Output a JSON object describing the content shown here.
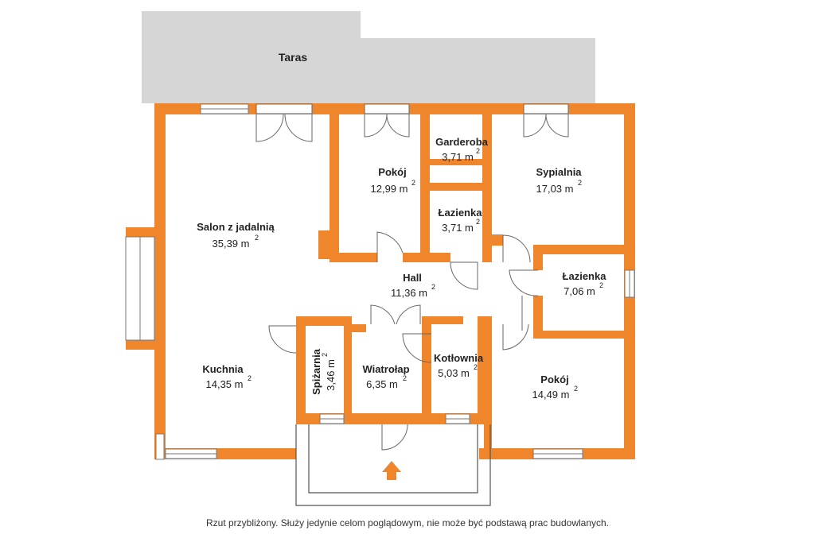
{
  "terrace": {
    "label": "Taras"
  },
  "rooms": {
    "salon": {
      "name": "Salon z jadalnią",
      "area": "35,39 m",
      "unit_sup": "2"
    },
    "pokoj1": {
      "name": "Pokój",
      "area": "12,99 m",
      "unit_sup": "2"
    },
    "garderoba": {
      "name": "Garderoba",
      "area": "3,71 m",
      "unit_sup": "2"
    },
    "sypialnia": {
      "name": "Sypialnia",
      "area": "17,03 m",
      "unit_sup": "2"
    },
    "lazienka1": {
      "name": "Łazienka",
      "area": "3,71 m",
      "unit_sup": "2"
    },
    "hall": {
      "name": "Hall",
      "area": "11,36 m",
      "unit_sup": "2"
    },
    "lazienka2": {
      "name": "Łazienka",
      "area": "7,06 m",
      "unit_sup": "2"
    },
    "kuchnia": {
      "name": "Kuchnia",
      "area": "14,35 m",
      "unit_sup": "2"
    },
    "spizarnia": {
      "name": "Spiżarnia",
      "area": "3,46 m",
      "unit_sup": "2"
    },
    "wiatrolap": {
      "name": "Wiatrołap",
      "area": "6,35 m",
      "unit_sup": "2"
    },
    "kotlownia": {
      "name": "Kotłownia",
      "area": "5,03 m",
      "unit_sup": "2"
    },
    "pokoj2": {
      "name": "Pokój",
      "area": "14,49 m",
      "unit_sup": "2"
    }
  },
  "caption": "Rzut przybliżony. Służy jedynie celom poglądowym, nie może być podstawą prac budowlanych.",
  "colors": {
    "wall": "#f0862b",
    "terrace": "#d6d6d6",
    "window": "#ffffff",
    "arrow": "#f0862b"
  }
}
